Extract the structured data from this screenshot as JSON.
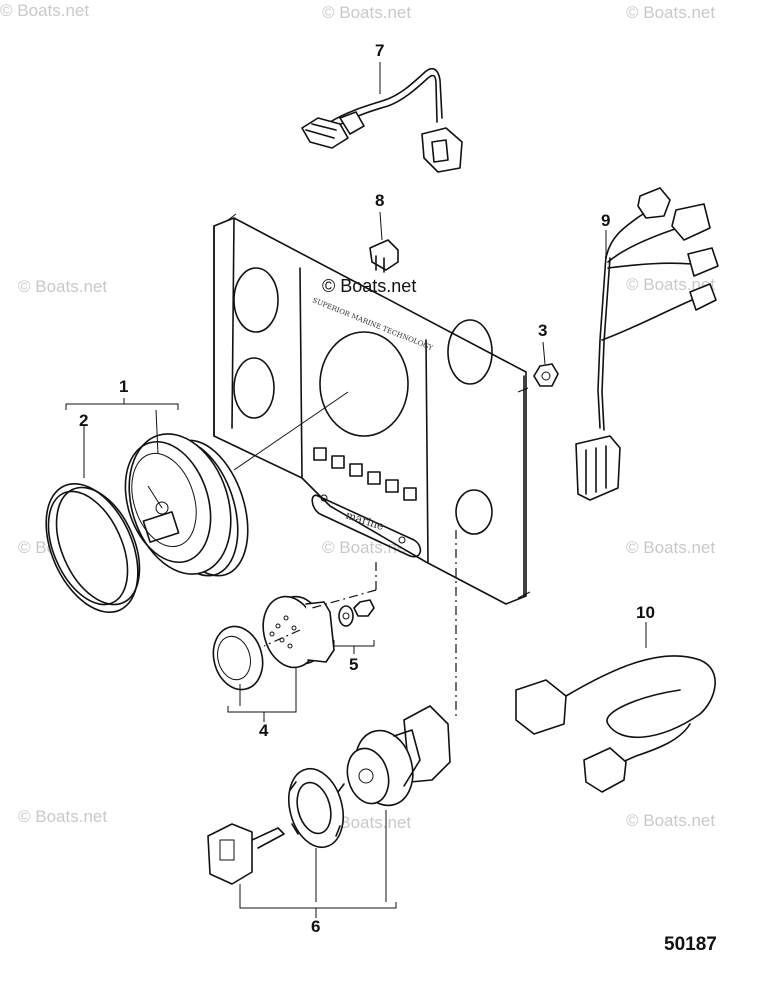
{
  "diagram": {
    "callouts": [
      {
        "id": "1",
        "label": "1"
      },
      {
        "id": "2",
        "label": "2"
      },
      {
        "id": "3",
        "label": "3"
      },
      {
        "id": "4",
        "label": "4"
      },
      {
        "id": "5",
        "label": "5"
      },
      {
        "id": "6",
        "label": "6"
      },
      {
        "id": "7",
        "label": "7"
      },
      {
        "id": "8",
        "label": "8"
      },
      {
        "id": "9",
        "label": "9"
      },
      {
        "id": "10",
        "label": "10"
      }
    ],
    "part_number": "50187",
    "panel_brand_text": "marine",
    "panel_header_text": "SUPERIOR MARINE TECHNOLOGY"
  },
  "watermark": {
    "text": "© Boats.net",
    "center_text": "© Boats.net"
  }
}
